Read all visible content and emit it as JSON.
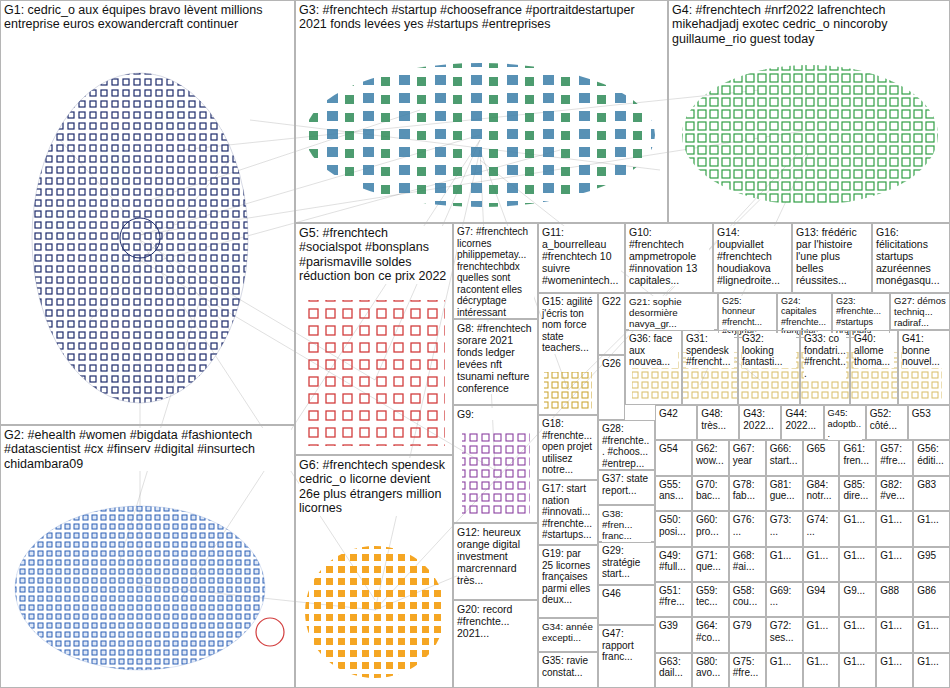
{
  "diagram": {
    "nodes": [
      {
        "text": [
          "G1: cedric_o aux équipes bravo lèvent millions entreprise euros exowandercraft continuer"
        ]
      },
      {
        "text": [
          "G3: #frenchtech #startup #choosefrance #portraitdestartuper 2021 fonds levées yes #startups #entreprises"
        ]
      },
      {
        "text": [
          "G4: #frenchtech #nrf2022 lafrenchtech mikehadjadj exotec cedric_o nincoroby guillaume_rio guest today"
        ]
      },
      {
        "text": [
          "G5: #frenchtech #socialspot #bonsplans #parismaville soldes réduction bon ce prix 2022"
        ]
      },
      {
        "text": [
          "G7: #frenchtech licornes philippemetay... frenchtechbdx quelles sont racontent elles décryptage intéressant"
        ]
      },
      {
        "text": [
          "G11: a_bourrelleau #frenchtech 10 suivre #womenintech..."
        ]
      },
      {
        "text": [
          "G10: #frenchtech ampmetropole #innovation 13 capitales..."
        ]
      },
      {
        "text": [
          "G14: loupviallet #frenchtech houdiakova #lignedroite..."
        ]
      },
      {
        "text": [
          "G13: frédéric par l'histoire l'une plus belles réussites..."
        ]
      },
      {
        "text": [
          "G16: félicitations startups azuréennes monégasqu..."
        ]
      },
      {
        "text": [
          "G15: agilité j'écris ton nom force state teachers..."
        ]
      },
      {
        "text": [
          "G22"
        ]
      },
      {
        "text": [
          "G21: sophie desormière navya_gr..."
        ]
      },
      {
        "text": [
          "G25: honneur #frencht... #sportec..."
        ]
      },
      {
        "text": [
          "G24: capitales #frenchte... frenchtec..."
        ]
      },
      {
        "text": [
          "G23: #frenchte... #startups orangefa..."
        ]
      },
      {
        "text": [
          "G27: démos techniq... radiraf..."
        ]
      },
      {
        "text": [
          "G8: #frenchtech sorare 2021 fonds ledger levées nft tsunami nefture conference"
        ]
      },
      {
        "text": [
          "G36: face aux nouvea..."
        ]
      },
      {
        "text": [
          "G31: spendesk #frencht..."
        ]
      },
      {
        "text": [
          "G32: looking fantasti..."
        ]
      },
      {
        "text": [
          "G33: co fondatri... #frencht..."
        ]
      },
      {
        "text": [
          "G40: allome thoma..."
        ]
      },
      {
        "text": [
          "G41: bonne nouvel..."
        ]
      },
      {
        "text": [
          "G26"
        ]
      },
      {
        "text": [
          "G9:"
        ]
      },
      {
        "text": [
          "G18: #frenchte... open projet utilisez notre..."
        ]
      },
      {
        "text": [
          "G2: #ehealth #women #bigdata #fashiontech #datascientist #cx #finserv #digital #insurtech chidambara09"
        ]
      },
      {
        "text": [
          "G6: #frenchtech spendesk cedric_o licorne devient 26e plus étrangers million licornes"
        ]
      },
      {
        "text": [
          "G12: heureux orange digital investment marcrennard très..."
        ]
      },
      {
        "text": [
          "G20: record #frenchte... 2021..."
        ]
      },
      {
        "text": [
          "G17: start nation #innovati... #frenchte... #startups..."
        ]
      },
      {
        "text": [
          "G19: par 25 licornes françaises parmi elles deux..."
        ]
      },
      {
        "text": [
          "G34: année excepti..."
        ]
      },
      {
        "text": [
          "G35: ravie constat..."
        ]
      },
      {
        "text": [
          "G28: #frenchte... #choos... #entrep..."
        ]
      },
      {
        "text": [
          "G37: state report..."
        ]
      },
      {
        "text": [
          "G38: #fren... franc..."
        ]
      },
      {
        "text": [
          "G29: stratégie start..."
        ]
      },
      {
        "text": [
          "G46"
        ]
      },
      {
        "text": [
          "G47: rapport franc..."
        ]
      },
      {
        "text": [
          "G42"
        ]
      },
      {
        "text": [
          "G48: très..."
        ]
      },
      {
        "text": [
          "G43: 2022..."
        ]
      },
      {
        "text": [
          "G44: 2022..."
        ]
      },
      {
        "text": [
          "G45: adoptb..."
        ]
      },
      {
        "text": [
          "G52: côté..."
        ]
      },
      {
        "text": [
          "G53"
        ]
      },
      {
        "text": [
          "G54"
        ]
      },
      {
        "text": [
          "G62: wow..."
        ]
      },
      {
        "text": [
          "G67: year"
        ]
      },
      {
        "text": [
          "G66: start..."
        ]
      },
      {
        "text": [
          "G65"
        ]
      },
      {
        "text": [
          "G61: fren..."
        ]
      },
      {
        "text": [
          "G57: #fre..."
        ]
      },
      {
        "text": [
          "G56: éditi..."
        ]
      },
      {
        "text": [
          "G55: ans..."
        ]
      },
      {
        "text": [
          "G70: bac..."
        ]
      },
      {
        "text": [
          "G78: fab..."
        ]
      },
      {
        "text": [
          "G81: gue..."
        ]
      },
      {
        "text": [
          "G84: notr..."
        ]
      },
      {
        "text": [
          "G85: dire..."
        ]
      },
      {
        "text": [
          "G82: #ve..."
        ]
      },
      {
        "text": [
          "G83"
        ]
      },
      {
        "text": [
          "G50: posi..."
        ]
      },
      {
        "text": [
          "G60: pro..."
        ]
      },
      {
        "text": [
          "G76: ..."
        ]
      },
      {
        "text": [
          "G73: ..."
        ]
      },
      {
        "text": [
          "G74: ..."
        ]
      },
      {
        "text": [
          "G1..."
        ]
      },
      {
        "text": [
          "G1..."
        ]
      },
      {
        "text": [
          "G1..."
        ]
      },
      {
        "text": [
          "G49: #full..."
        ]
      },
      {
        "text": [
          "G71: que..."
        ]
      },
      {
        "text": [
          "G68: #ai..."
        ]
      },
      {
        "text": [
          "G1..."
        ]
      },
      {
        "text": [
          "G1..."
        ]
      },
      {
        "text": [
          "G1..."
        ]
      },
      {
        "text": [
          "G1..."
        ]
      },
      {
        "text": [
          "G95"
        ]
      },
      {
        "text": [
          "G51: #fre..."
        ]
      },
      {
        "text": [
          "G59: tec..."
        ]
      },
      {
        "text": [
          "G58: cou..."
        ]
      },
      {
        "text": [
          "G69: ..."
        ]
      },
      {
        "text": [
          "G94"
        ]
      },
      {
        "text": [
          "G9..."
        ]
      },
      {
        "text": [
          "G88"
        ]
      },
      {
        "text": [
          "G86"
        ]
      },
      {
        "text": [
          "G39"
        ]
      },
      {
        "text": [
          "G64: #co..."
        ]
      },
      {
        "text": [
          "G79"
        ]
      },
      {
        "text": [
          "G72: ses..."
        ]
      },
      {
        "text": [
          "G1..."
        ]
      },
      {
        "text": [
          "G1..."
        ]
      },
      {
        "text": [
          "G1..."
        ]
      },
      {
        "text": [
          "G1..."
        ]
      },
      {
        "text": [
          "G63: dail..."
        ]
      },
      {
        "text": [
          "G80: avo..."
        ]
      },
      {
        "text": [
          "G75: #fre..."
        ]
      },
      {
        "text": [
          "G1..."
        ]
      },
      {
        "text": [
          "G1..."
        ]
      },
      {
        "text": [
          "G1..."
        ]
      },
      {
        "text": [
          "G1..."
        ]
      },
      {
        "text": [
          "G1..."
        ]
      }
    ]
  }
}
